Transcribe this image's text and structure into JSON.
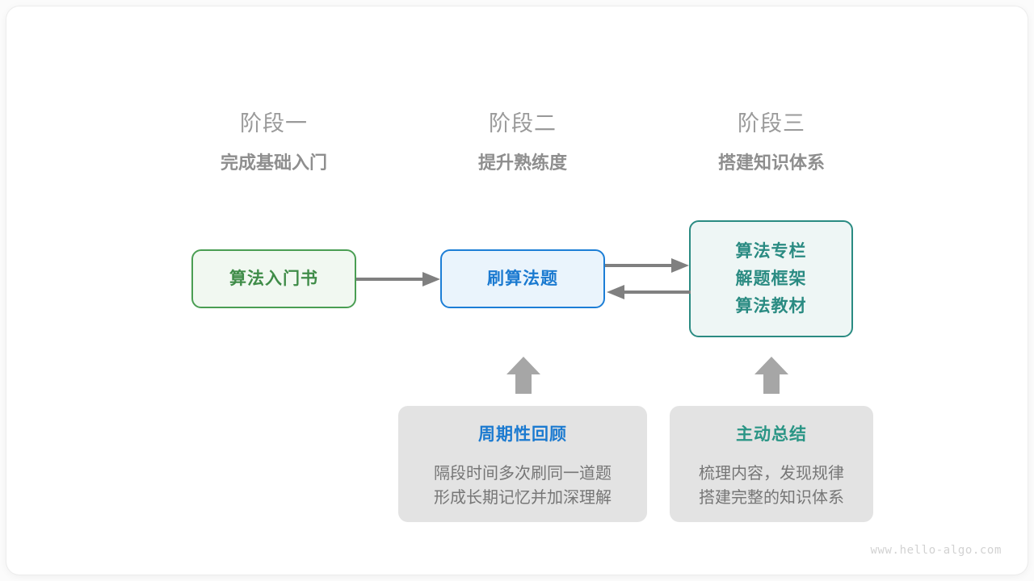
{
  "diagram": {
    "title_watermark": "www.hello-algo.com",
    "stages": [
      {
        "index_label": "阶段一",
        "title": "完成基础入门"
      },
      {
        "index_label": "阶段二",
        "title": "提升熟练度"
      },
      {
        "index_label": "阶段三",
        "title": "搭建知识体系"
      }
    ],
    "nodes": [
      {
        "id": "book",
        "lines": [
          "算法入门书"
        ],
        "accent": "#3f8c48",
        "fill": "#f1f8f1",
        "border": "#4a9e53"
      },
      {
        "id": "practice",
        "lines": [
          "刷算法题"
        ],
        "accent": "#1b7ad0",
        "fill": "#eaf4fc",
        "border": "#1c7ed6"
      },
      {
        "id": "system",
        "lines": [
          "算法专栏",
          "解题框架",
          "算法教材"
        ],
        "accent": "#2a8b82",
        "fill": "#eef6f5",
        "border": "#2a8b82"
      }
    ],
    "connectors": [
      {
        "id": "book-to-practice",
        "from": "book",
        "to": "practice",
        "direction": "right"
      },
      {
        "id": "practice-to-system",
        "from": "practice",
        "to": "system",
        "direction": "right"
      },
      {
        "id": "system-to-practice",
        "from": "system",
        "to": "practice",
        "direction": "left"
      }
    ],
    "block_arrows": [
      {
        "id": "review-to-practice",
        "from": "card-review",
        "to": "practice",
        "direction": "up"
      },
      {
        "id": "summary-to-system",
        "from": "card-summary",
        "to": "system",
        "direction": "up"
      }
    ],
    "cards": [
      {
        "id": "review",
        "title": "周期性回顾",
        "title_color": "#1b7ad0",
        "body_lines": [
          "隔段时间多次刷同一道题",
          "形成长期记忆并加深理解"
        ]
      },
      {
        "id": "summary",
        "title": "主动总结",
        "title_color": "#2a9585",
        "body_lines": [
          "梳理内容，发现规律",
          "搭建完整的知识体系"
        ]
      }
    ],
    "colors": {
      "arrow_gray": "#808080",
      "block_arrow_gray": "#a6a6a6",
      "card_bg": "#e3e3e3",
      "stage_text": "#9a9a9a"
    }
  }
}
